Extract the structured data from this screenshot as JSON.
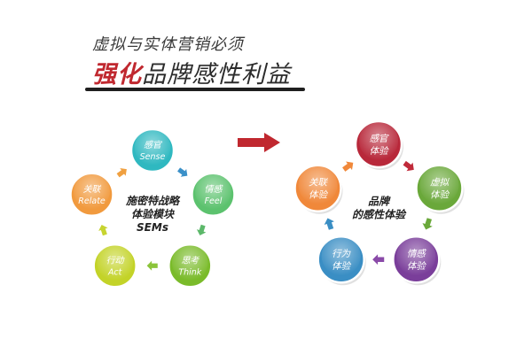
{
  "title": {
    "line1": "虚拟与实体营销必须",
    "line2_accent": "强化",
    "line2_rest": "品牌感性利益"
  },
  "left_cycle": {
    "center": [
      "施密特战略",
      "体验模块",
      "SEMs"
    ],
    "nodes": [
      {
        "cn": "感官",
        "en": "Sense",
        "color": "#2fb8c0"
      },
      {
        "cn": "情感",
        "en": "Feel",
        "color": "#5cc26e"
      },
      {
        "cn": "思考",
        "en": "Think",
        "color": "#7abb2a"
      },
      {
        "cn": "行动",
        "en": "Act",
        "color": "#c3d328"
      },
      {
        "cn": "关联",
        "en": "Relate",
        "color": "#f19a3e"
      }
    ],
    "arrow_colors": [
      "#3a90c8",
      "#5cb86a",
      "#8bc43a",
      "#c7d430",
      "#f0a040"
    ]
  },
  "right_cycle": {
    "center": [
      "品牌",
      "的感性体验"
    ],
    "nodes": [
      {
        "cn": "感官",
        "en": "体验",
        "color": "#b8283a"
      },
      {
        "cn": "虚拟",
        "en": "体验",
        "color": "#6aa83a"
      },
      {
        "cn": "情感",
        "en": "体验",
        "color": "#7a3e9a"
      },
      {
        "cn": "行为",
        "en": "体验",
        "color": "#3a8ec4"
      },
      {
        "cn": "关联",
        "en": "体验",
        "color": "#f0883a"
      }
    ],
    "arrow_colors": [
      "#c02a3a",
      "#6aa83a",
      "#8a4aa8",
      "#3a8ec4",
      "#f0883a"
    ]
  },
  "connector_arrow_color": "#c0282f"
}
